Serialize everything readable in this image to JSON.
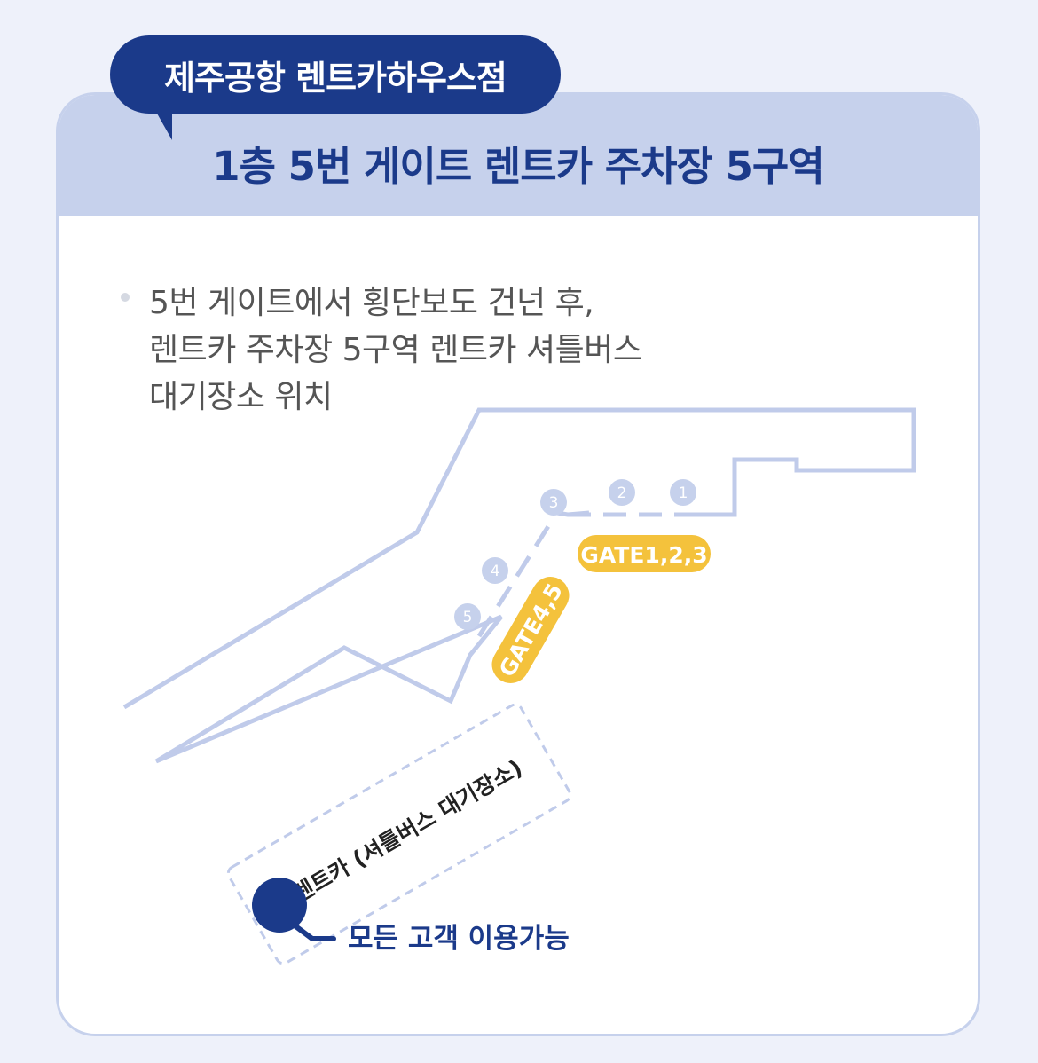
{
  "header": {
    "store_name": "제주공항 렌트카하우스점",
    "location_title": "1층 5번 게이트 렌트카 주차장 5구역"
  },
  "description": {
    "lines": [
      "5번 게이트에서 횡단보도 건넌 후,",
      "렌트카 주차장 5구역 렌트카 셔틀버스",
      "대기장소 위치"
    ]
  },
  "map": {
    "gates": [
      "1",
      "2",
      "3",
      "4",
      "5"
    ],
    "gate_badges": {
      "gate_123": "GATE1,2,3",
      "gate_45": "GATE4,5"
    },
    "waiting_area_label": "렌트카 (셔틀버스 대기장소)",
    "marker_label": "모든 고객 이용가능",
    "colors": {
      "navy": "#1b3a8a",
      "outline": "#c0cbea",
      "gate_badge": "#f4c23c",
      "gate_circle": "#c6d1ec"
    }
  }
}
